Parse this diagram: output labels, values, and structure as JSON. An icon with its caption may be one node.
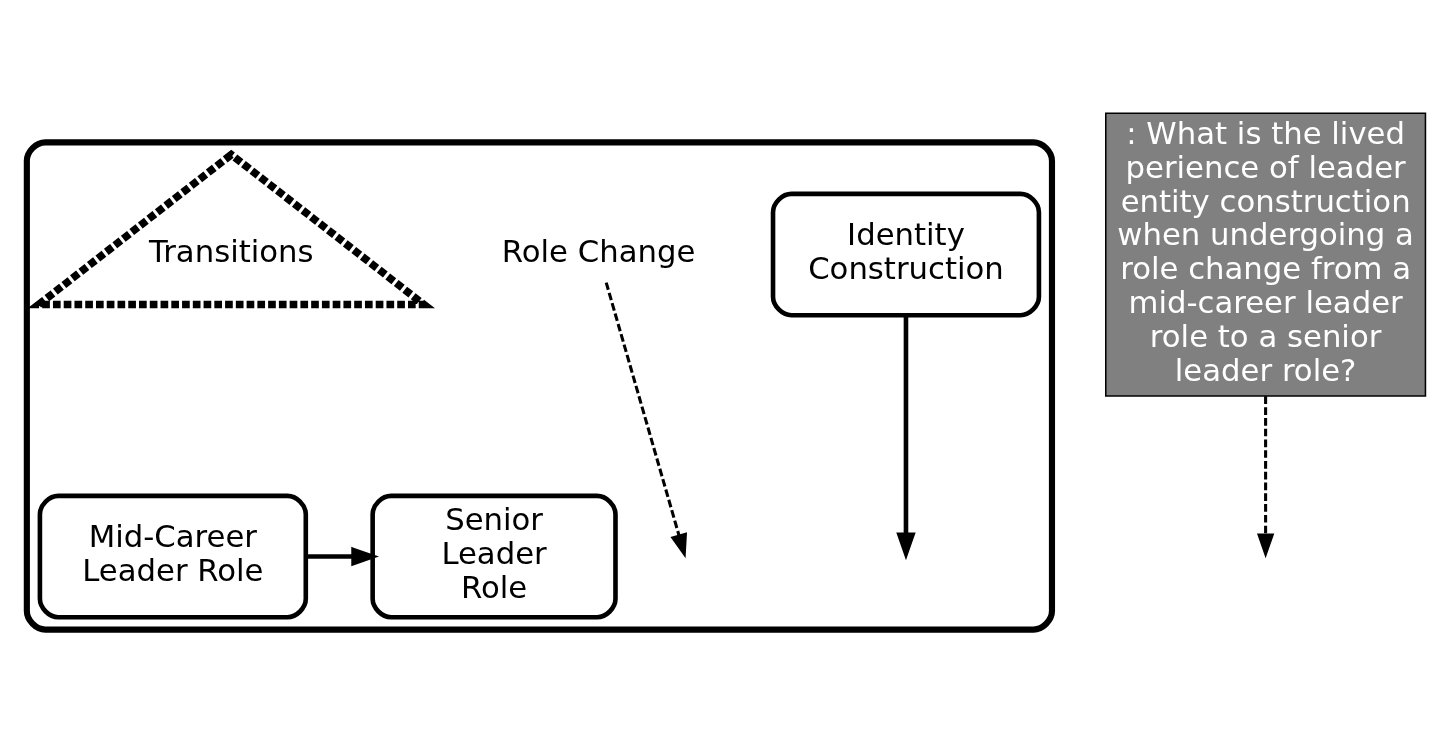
{
  "diagram": {
    "nodes": [
      {
        "text": [],
        "shape": "box"
      },
      {
        "text": [
          "Identity Construction"
        ],
        "in": 0
      },
      {
        "text": [
          "Role Change"
        ],
        "in": 0
      },
      {
        "text": [
          "Senior Leader Role"
        ],
        "in": 0
      },
      {
        "text": [
          "Mid-Career Leader Role"
        ],
        "in": 0
      },
      {
        "text": [
          ": What is the lived perience of leader entity construction when undergoing a role change from a mid-career leader role to a senior leader role?"
        ]
      },
      {
        "text": [
          "Transitions"
        ],
        "in": 0
      }
    ],
    "edges": [
      {
        "from": 4,
        "to": 3,
        "arrow": "to"
      },
      {
        "from": 1,
        "to": null,
        "arrow": "to"
      },
      {
        "from": 2,
        "to": null,
        "arrow": "to",
        "style": "dashed"
      },
      {
        "from": 5,
        "to": null,
        "arrow": "to",
        "style": "dashed"
      }
    ]
  }
}
